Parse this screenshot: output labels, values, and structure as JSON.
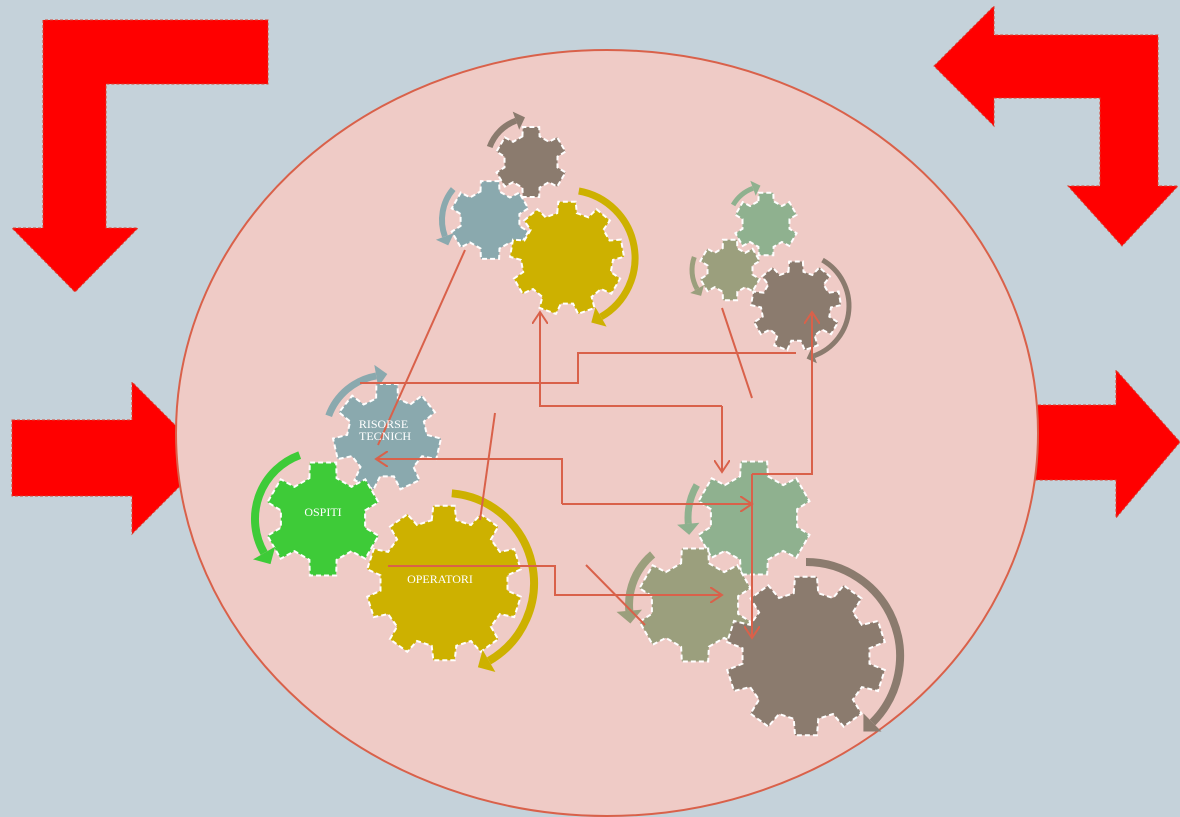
{
  "colors": {
    "background": "#c5d2da",
    "ellipse_fill": "#efcbc6",
    "ellipse_stroke": "#d9614a",
    "big_arrow": "#ff0000",
    "connector": "#d9614a",
    "brown": "#8b7b6e",
    "blue_gray": "#8aa9ae",
    "gold": "#cdb100",
    "green_bright": "#3ecb38",
    "sage": "#8fb18f",
    "olive": "#9b9f7d"
  },
  "gears": {
    "ospiti": {
      "label": "OSPITI",
      "color": "green_bright"
    },
    "risorse": {
      "label_line1": "RISORSE",
      "label_line2": "TECNICH",
      "color": "blue_gray"
    },
    "operatori": {
      "label": "OPERATORI",
      "color": "gold"
    }
  },
  "icons": {
    "big_arrows": [
      "arrow-corner-down-icon",
      "arrow-corner-down-right-icon",
      "arrow-right-icon",
      "arrow-right-icon"
    ],
    "gear": "gear-icon"
  }
}
